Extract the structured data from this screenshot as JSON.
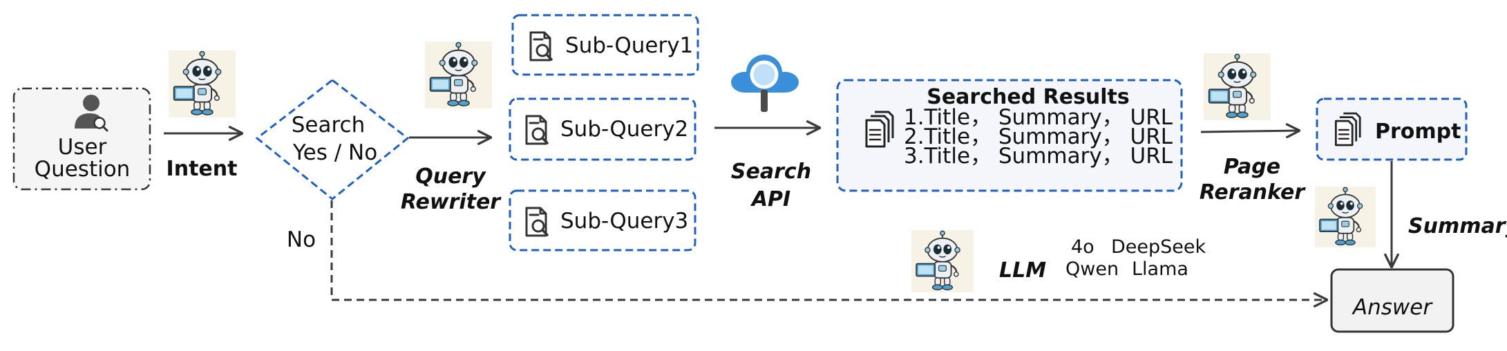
{
  "nodes": {
    "user_question": {
      "line1": "User",
      "line2": "Question"
    },
    "decision": {
      "line1": "Search",
      "line2": "Yes / No"
    },
    "sub_queries": [
      "Sub-Query1",
      "Sub-Query2",
      "Sub-Query3"
    ],
    "searched_results": {
      "title": "Searched Results",
      "items": [
        "1.Title， Summary， URL",
        "2.Title， Summary， URL",
        "3.Title， Summary， URL"
      ]
    },
    "prompt": "Prompt",
    "answer": "Answer"
  },
  "edge_labels": {
    "intent": "Intent",
    "query_rewriter": {
      "line1": "Query",
      "line2": "Rewriter"
    },
    "search_api": {
      "line1": "Search",
      "line2": "API"
    },
    "page_reranker": {
      "line1": "Page",
      "line2": "Reranker"
    },
    "summary": "Summary",
    "no": "No"
  },
  "llm": {
    "label": "LLM",
    "models_row1": [
      "4o",
      "DeepSeek"
    ],
    "models_row2": [
      "Qwen",
      "Llama"
    ]
  },
  "colors": {
    "blue_dash": "#1f5fbf",
    "box_fill": "#f5f6fb",
    "arrow": "#3a3a3a",
    "cloud": "#3b8fd9"
  },
  "icons": [
    "user-icon",
    "document-search-icon",
    "cloud-search-icon",
    "documents-icon",
    "robot-icon"
  ]
}
